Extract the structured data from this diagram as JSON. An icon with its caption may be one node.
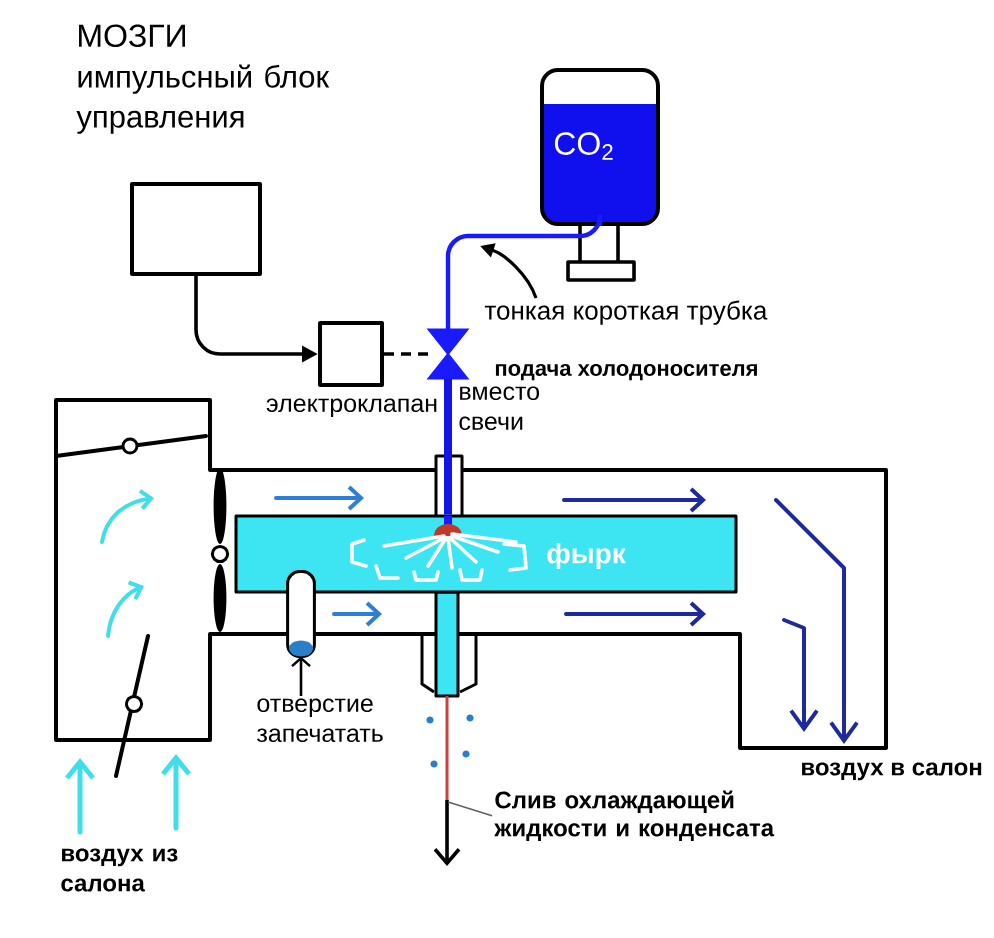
{
  "diagram": {
    "nodes": [
      {
        "text": [
          "МОЗГИ",
          "импульсный блок управления"
        ]
      },
      {
        "text": [
          "CO$_{2}$"
        ]
      },
      {
        "text": [
          "тонкая короткая трубка"
        ]
      },
      {
        "text": [
          "электроклапан"
        ]
      },
      {
        "text": [],
        "shape": "valve"
      },
      {
        "text": [
          "фырк"
        ]
      },
      {
        "text": [],
        "shape": "cylinder"
      },
      {
        "text": [
          "отверстие запечатать"
        ]
      },
      {
        "text": [
          "Слив охлаждающей жидкости и конденсата"
        ]
      }
    ],
    "edges": [
      {
        "from": 0,
        "to": 3,
        "arrow": "to"
      },
      {
        "from": 3,
        "to": 4,
        "arrow": "none",
        "style": "dashed"
      },
      {
        "from": 1,
        "to": 4,
        "arrow": "none",
        "color": "#1a1aff"
      },
      {
        "from": 2,
        "to": null,
        "arrow": "to"
      },
      {
        "from": 4,
        "to": 5,
        "arrow": "none",
        "style": "thick",
        "color": "#1414e6"
      },
      {
        "from": 7,
        "to": 6,
        "arrow": "to"
      },
      {
        "from": 8,
        "to": null,
        "arrow": "none",
        "color": "#606060"
      }
    ],
    "labels": [
      "подача холодоносителя",
      "вместо свечи",
      "воздух в салон",
      "воздух из салона"
    ]
  }
}
